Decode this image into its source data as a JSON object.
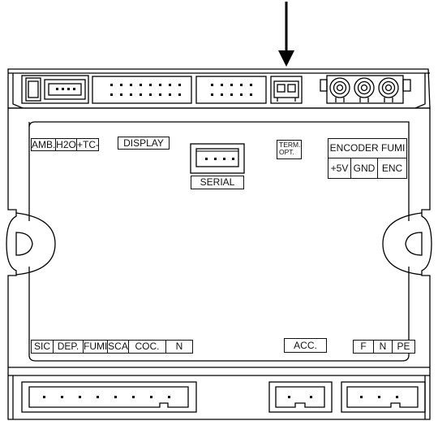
{
  "top_labels": {
    "amb": "AMB.",
    "h2o": "H2O",
    "tc": "+TC-",
    "display": "DISPLAY",
    "serial": "SERIAL",
    "term_line1": "TERM.",
    "term_line2": "OPT.",
    "encoder_title": "ENCODER FUMI",
    "plus5v": "+5V",
    "gnd": "GND",
    "enc": "ENC"
  },
  "bottom_labels": {
    "sic": "SIC",
    "dep": "DEP.",
    "fumi": "FUMI",
    "sca": "SCA",
    "coc": "COC.",
    "n1": "N",
    "acc": "ACC.",
    "f": "F",
    "n2": "N",
    "pe": "PE"
  }
}
